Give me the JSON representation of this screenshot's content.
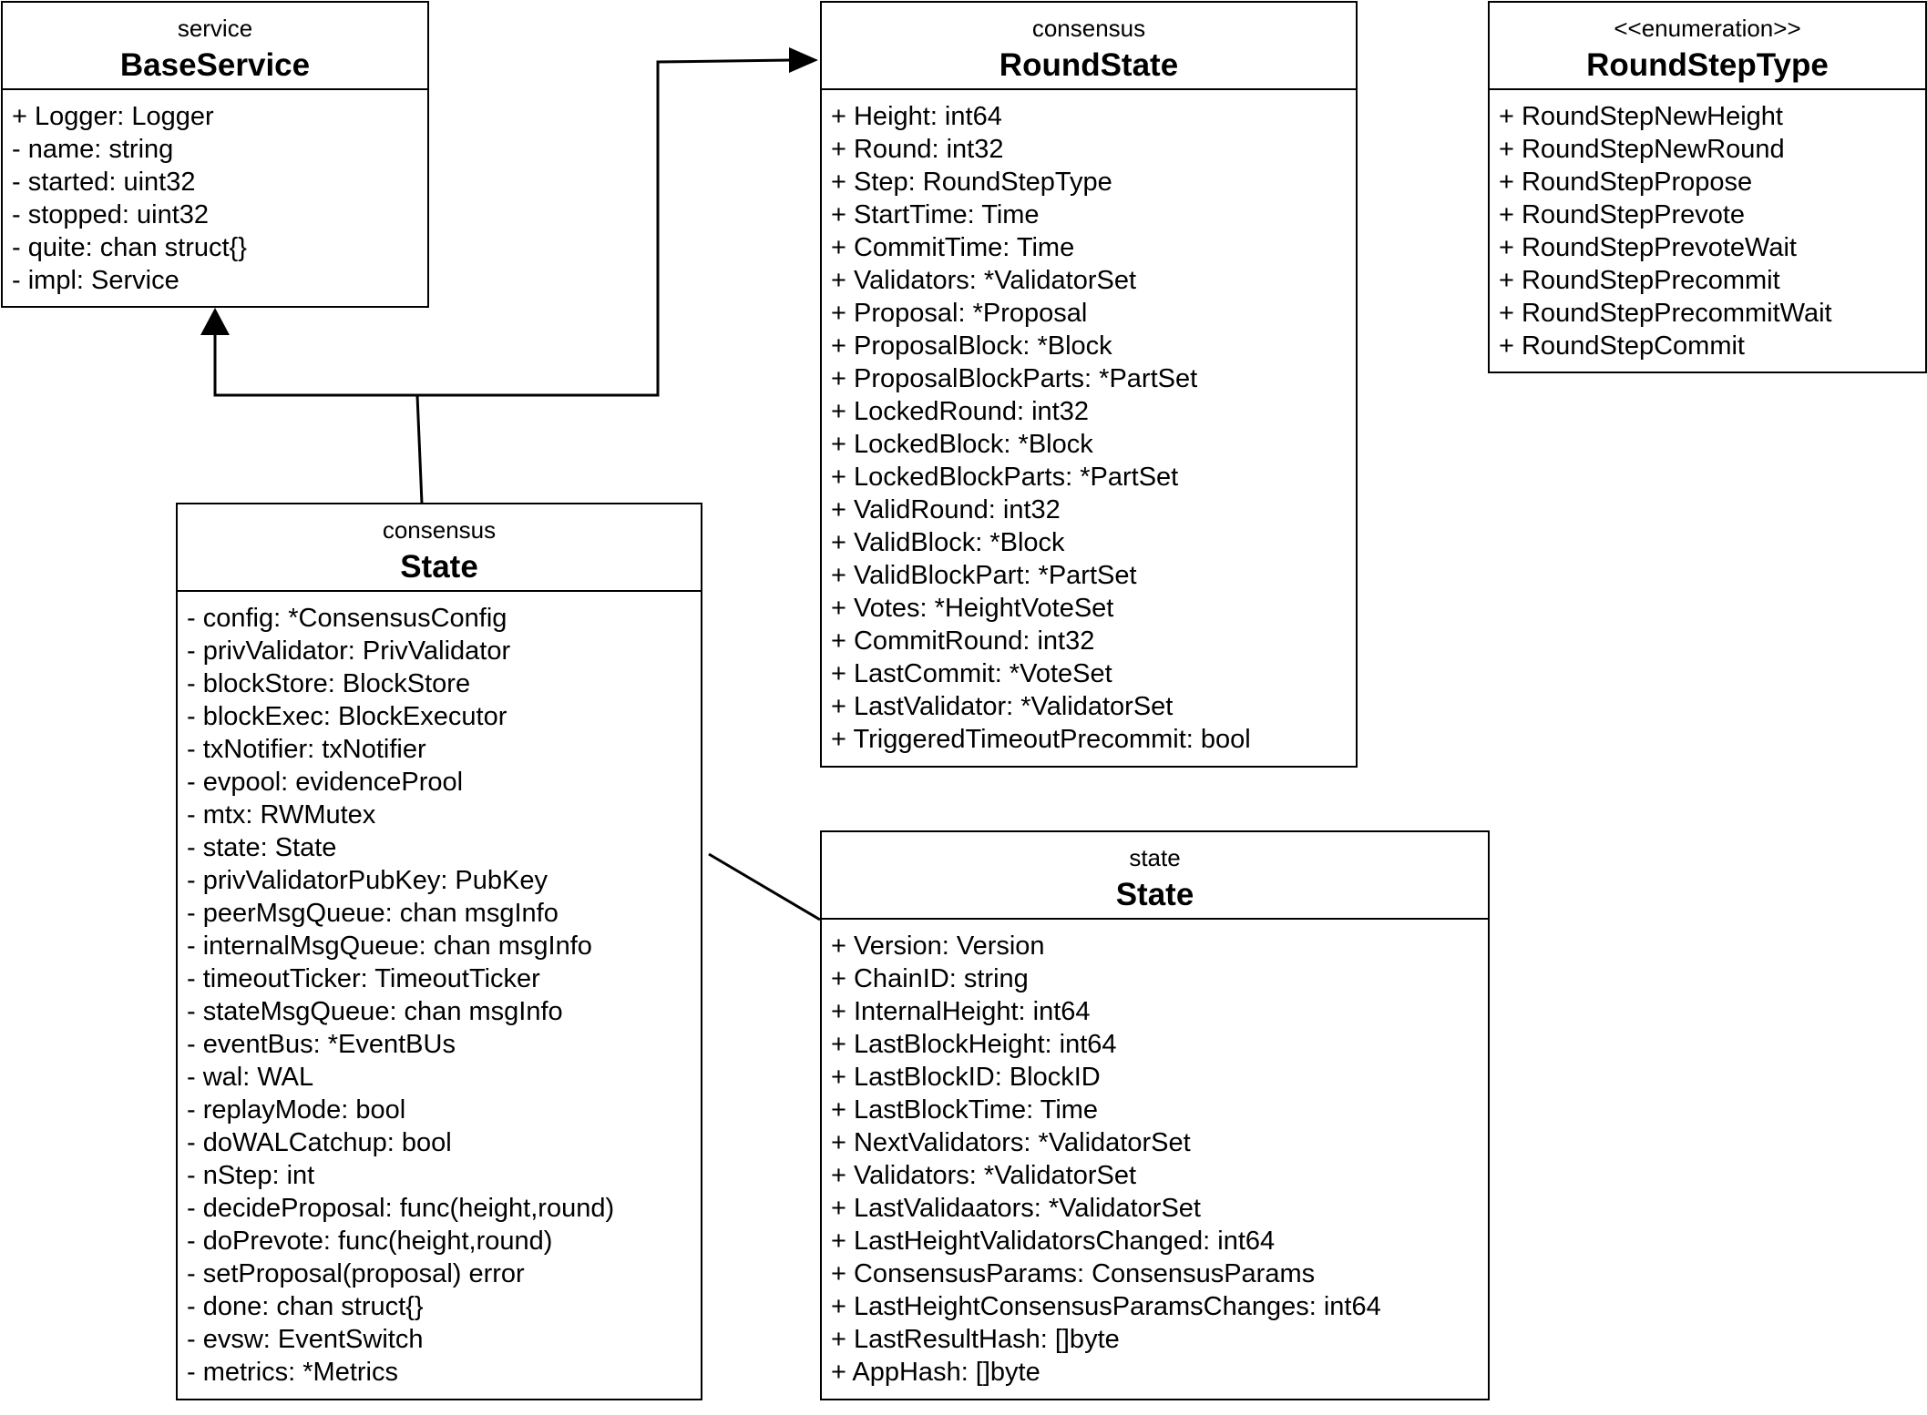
{
  "classes": {
    "base_service": {
      "package": "service",
      "name": "BaseService",
      "attributes": [
        "+ Logger: Logger",
        "- name: string",
        "- started: uint32",
        "- stopped: uint32",
        "- quite: chan struct{}",
        "- impl: Service"
      ]
    },
    "round_state": {
      "package": "consensus",
      "name": "RoundState",
      "attributes": [
        "+ Height: int64",
        "+ Round: int32",
        "+ Step: RoundStepType",
        "+ StartTime: Time",
        "+ CommitTime: Time",
        "+ Validators: *ValidatorSet",
        "+ Proposal: *Proposal",
        "+ ProposalBlock: *Block",
        "+ ProposalBlockParts: *PartSet",
        "+ LockedRound: int32",
        "+ LockedBlock: *Block",
        "+ LockedBlockParts: *PartSet",
        "+ ValidRound: int32",
        "+ ValidBlock: *Block",
        "+ ValidBlockPart: *PartSet",
        "+ Votes: *HeightVoteSet",
        "+ CommitRound: int32",
        "+ LastCommit: *VoteSet",
        "+ LastValidator: *ValidatorSet",
        "+ TriggeredTimeoutPrecommit: bool"
      ]
    },
    "round_step_type": {
      "package": "<<enumeration>>",
      "name": "RoundStepType",
      "attributes": [
        "+ RoundStepNewHeight",
        "+ RoundStepNewRound",
        "+ RoundStepPropose",
        "+ RoundStepPrevote",
        "+ RoundStepPrevoteWait",
        "+ RoundStepPrecommit",
        "+ RoundStepPrecommitWait",
        "+ RoundStepCommit"
      ]
    },
    "consensus_state": {
      "package": "consensus",
      "name": "State",
      "attributes": [
        "- config: *ConsensusConfig",
        "- privValidator: PrivValidator",
        "- blockStore: BlockStore",
        "- blockExec: BlockExecutor",
        "- txNotifier: txNotifier",
        "- evpool: evidenceProol",
        "- mtx: RWMutex",
        "- state: State",
        "- privValidatorPubKey: PubKey",
        "- peerMsgQueue: chan msgInfo",
        "- internalMsgQueue: chan msgInfo",
        "- timeoutTicker: TimeoutTicker",
        "- stateMsgQueue: chan msgInfo",
        "- eventBus: *EventBUs",
        "- wal: WAL",
        "- replayMode: bool",
        "- doWALCatchup: bool",
        "- nStep: int",
        "- decideProposal: func(height,round)",
        "- doPrevote: func(height,round)",
        "- setProposal(proposal) error",
        "- done: chan struct{}",
        "- evsw: EventSwitch",
        "- metrics: *Metrics"
      ]
    },
    "state_state": {
      "package": "state",
      "name": "State",
      "attributes": [
        "+ Version: Version",
        "+ ChainID: string",
        "+ InternalHeight: int64",
        "+ LastBlockHeight: int64",
        "+ LastBlockID: BlockID",
        "+ LastBlockTime: Time",
        "+ NextValidators: *ValidatorSet",
        "+ Validators: *ValidatorSet",
        "+ LastValidaators: *ValidatorSet",
        "+ LastHeightValidatorsChanged: int64",
        "+ ConsensusParams: ConsensusParams",
        "+ LastHeightConsensusParamsChanges: int64",
        "+ LastResultHash: []byte",
        "+ AppHash: []byte"
      ]
    }
  }
}
